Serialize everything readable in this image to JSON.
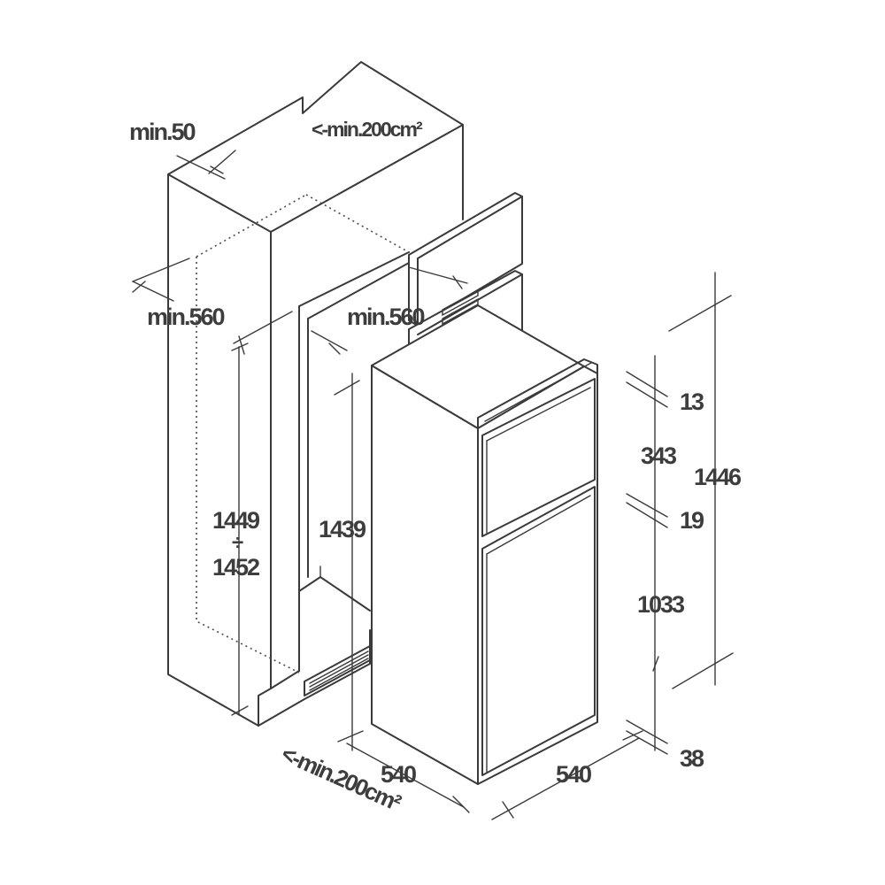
{
  "labels": {
    "min_50": "min.50",
    "vent_top": "<-min.200cm²",
    "niche_width": "min.560",
    "niche_depth": "min.560",
    "niche_height_top": "1449",
    "niche_height_sep": "÷",
    "niche_height_bottom": "1452",
    "door_height_inner": "1439",
    "vent_bottom": "<-min.200cm²",
    "width_540_front": "540",
    "depth_540_side": "540",
    "dim_13": "13",
    "dim_343": "343",
    "dim_19": "19",
    "dim_1033": "1033",
    "dim_38": "38",
    "dim_1446": "1446"
  }
}
